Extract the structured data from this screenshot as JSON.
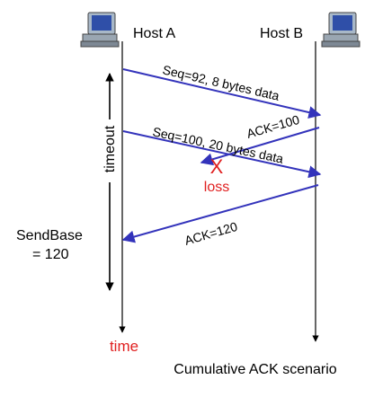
{
  "hosts": {
    "a_label": "Host A",
    "b_label": "Host B"
  },
  "messages": [
    {
      "id": "seq92",
      "label": "Seq=92, 8 bytes data"
    },
    {
      "id": "ack100",
      "label": "ACK=100"
    },
    {
      "id": "seq100",
      "label": "Seq=100, 20 bytes data"
    },
    {
      "id": "ack120",
      "label": "ACK=120"
    }
  ],
  "annotations": {
    "timeout": "timeout",
    "loss_mark": "X",
    "loss": "loss",
    "sendbase_line1": "SendBase",
    "sendbase_line2": "= 120",
    "time": "time"
  },
  "caption": "Cumulative ACK scenario",
  "colors": {
    "message_arrow": "#3333bb",
    "loss": "#e02020",
    "timeline": "#000000",
    "text": "#000000",
    "monitor_frame": "#a8b8c8",
    "monitor_screen": "#2f4fa8",
    "monitor_body": "#9aa6b2"
  },
  "icons": {
    "host_a": "computer-icon",
    "host_b": "computer-icon"
  }
}
